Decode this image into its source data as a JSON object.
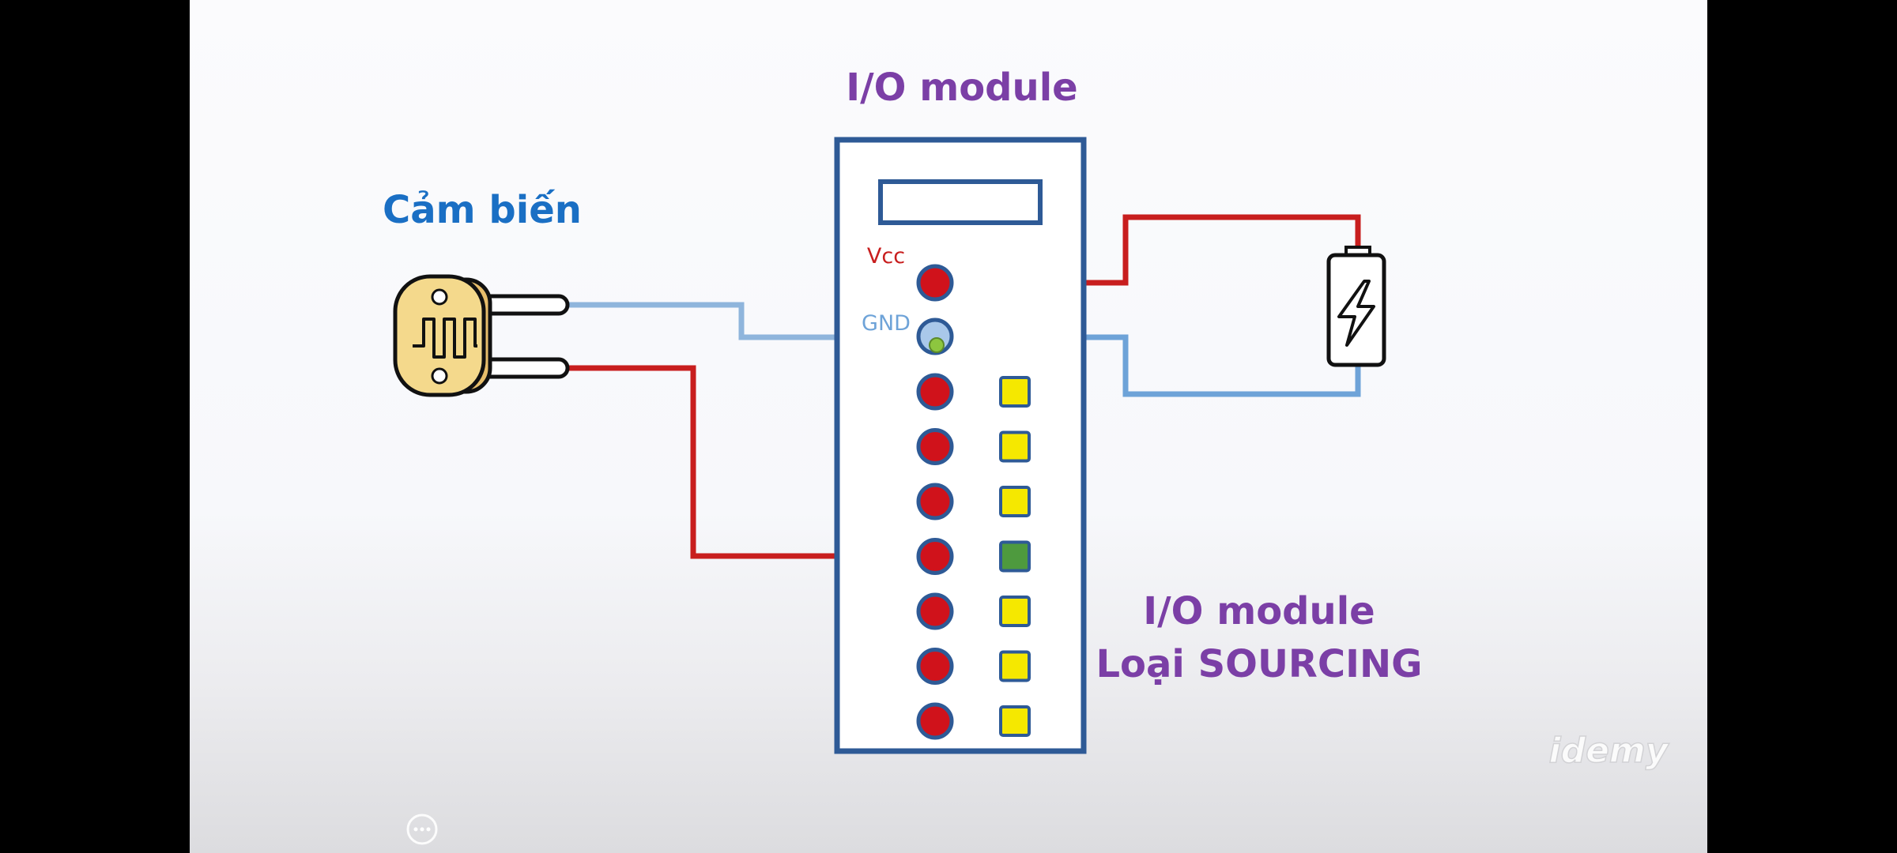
{
  "diagram": {
    "title": "I/O module",
    "sensor_label": "Cảm biến",
    "vcc_label": "Vcc",
    "gnd_label": "GND",
    "module_type_line1": "I/O module",
    "module_type_line2": "Loại SOURCING",
    "watermark": "idemy",
    "colors": {
      "title_purple": "#7b3fa6",
      "sensor_blue": "#1a6fc4",
      "module_border": "#2e5a96",
      "wire_red": "#c81e1e",
      "wire_blue": "#6ea3d8",
      "wire_light_blue": "#8fb5dc",
      "terminal_red": "#d0121b",
      "indicator_yellow": "#f5e800",
      "indicator_green": "#4e9a3e",
      "gnd_terminal_fill": "#a9c8ea",
      "gnd_dot_green": "#8dc63f"
    },
    "indicators": [
      "off",
      "off",
      "off",
      "on",
      "off",
      "off",
      "off"
    ]
  },
  "player": {
    "more_icon": "ellipsis-icon"
  }
}
